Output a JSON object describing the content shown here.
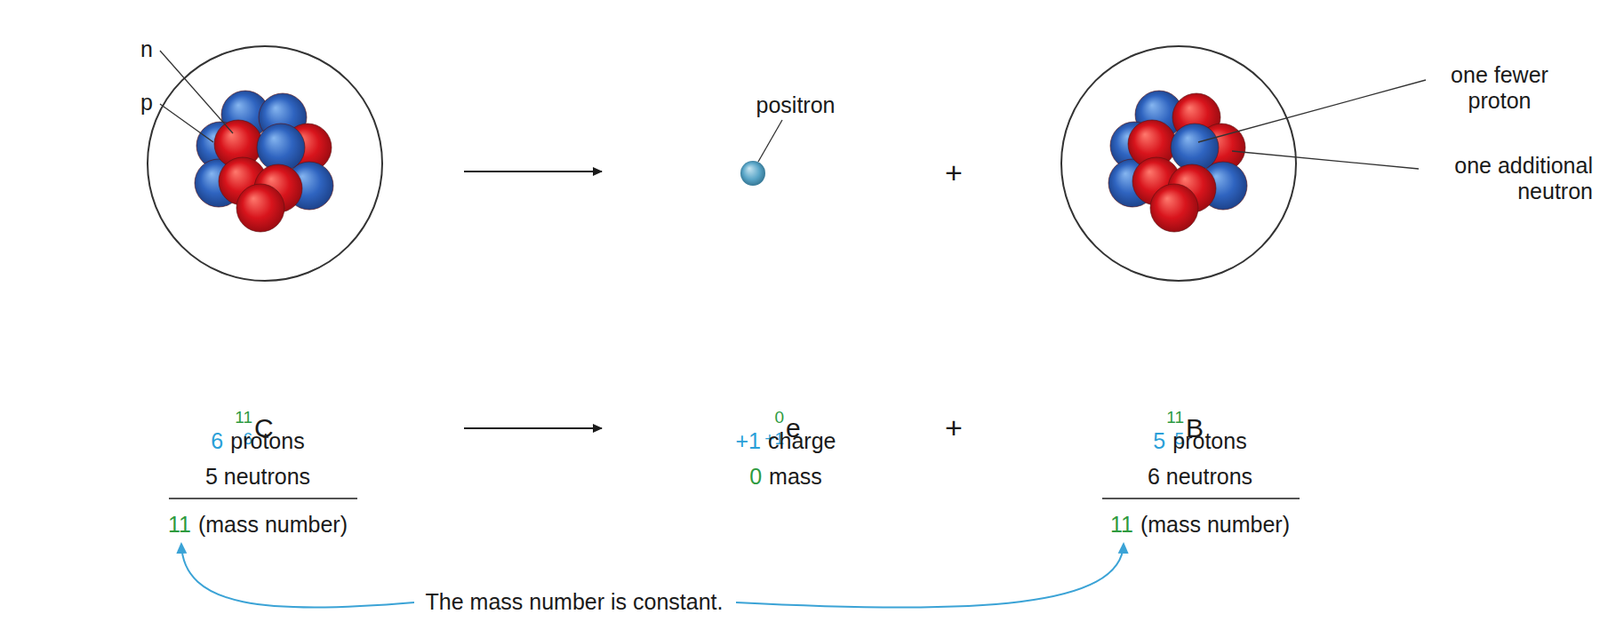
{
  "diagram": {
    "labels": [
      "n",
      "p",
      "positron",
      "one fewer proton",
      "one additional neutron",
      "+",
      "11",
      "6",
      "C",
      "0",
      "+1",
      "e",
      "+",
      "11",
      "5",
      "B",
      "6",
      "protons",
      "5 neutrons",
      "11",
      "(mass number)",
      "+1",
      "charge",
      "0",
      "mass",
      "5",
      "protons",
      "6 neutrons",
      "11",
      "(mass number)",
      "The mass number is constant."
    ]
  }
}
